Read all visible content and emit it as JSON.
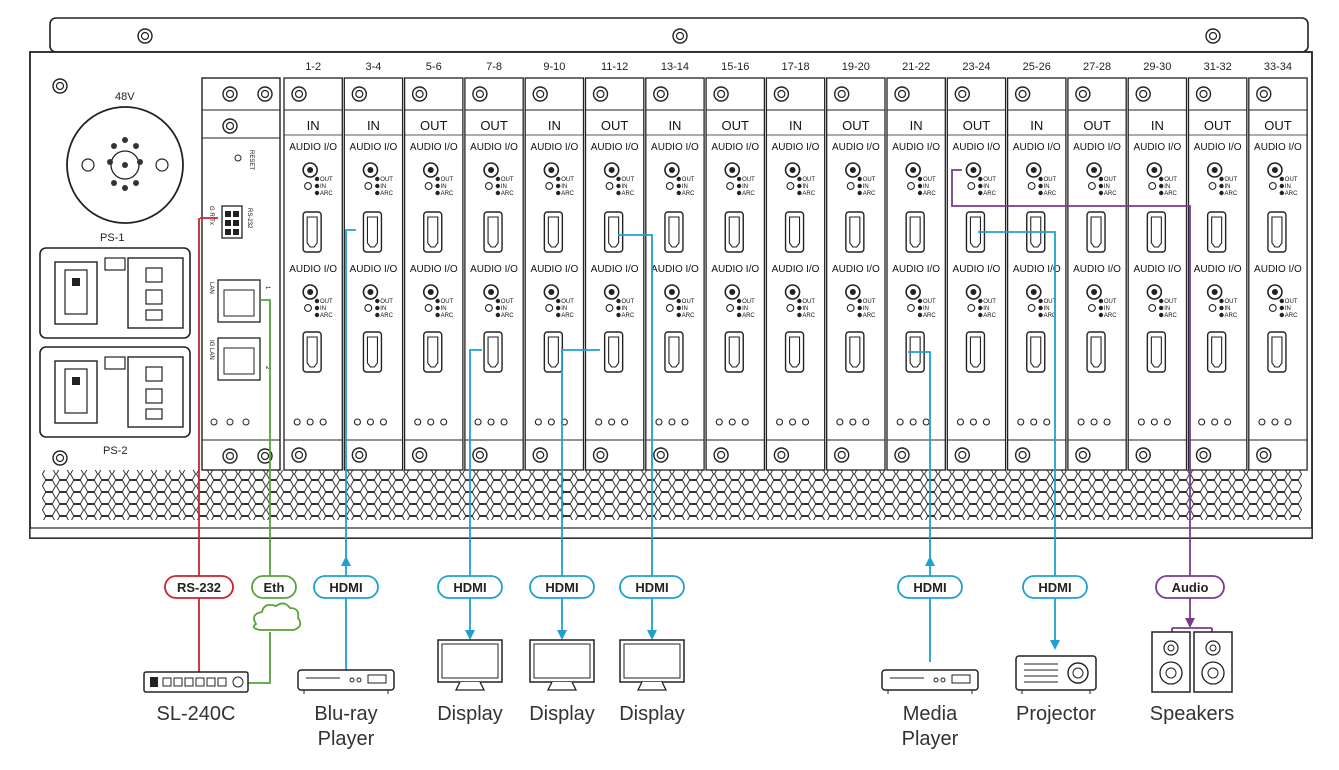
{
  "chassis": {
    "power_label": "48V",
    "ps1_label": "PS-1",
    "ps2_label": "PS-2",
    "control": {
      "reset": "RESET",
      "rs232": "RS-232",
      "grtx": "G R Tx",
      "lan": "LAN",
      "port1": "1",
      "port2": "2",
      "iglan": "IG LAN"
    },
    "slots": [
      {
        "ports": "1-2",
        "mode": "IN"
      },
      {
        "ports": "3-4",
        "mode": "IN"
      },
      {
        "ports": "5-6",
        "mode": "OUT"
      },
      {
        "ports": "7-8",
        "mode": "OUT"
      },
      {
        "ports": "9-10",
        "mode": "IN"
      },
      {
        "ports": "11-12",
        "mode": "OUT"
      },
      {
        "ports": "13-14",
        "mode": "IN"
      },
      {
        "ports": "15-16",
        "mode": "OUT"
      },
      {
        "ports": "17-18",
        "mode": "IN"
      },
      {
        "ports": "19-20",
        "mode": "OUT"
      },
      {
        "ports": "21-22",
        "mode": "IN"
      },
      {
        "ports": "23-24",
        "mode": "OUT"
      },
      {
        "ports": "25-26",
        "mode": "IN"
      },
      {
        "ports": "27-28",
        "mode": "OUT"
      },
      {
        "ports": "29-30",
        "mode": "IN"
      },
      {
        "ports": "31-32",
        "mode": "OUT"
      },
      {
        "ports": "33-34",
        "mode": "OUT"
      }
    ],
    "audio_io_label": "AUDIO I/O",
    "led_out": "OUT",
    "led_in": "IN",
    "led_arc": "ARC"
  },
  "connections": [
    {
      "label": "RS-232",
      "color": "#c8242b",
      "device": "SL-240C"
    },
    {
      "label": "Eth",
      "color": "#5aa13a"
    },
    {
      "label": "HDMI",
      "color": "#1ea0d0",
      "device": "Blu-ray Player"
    },
    {
      "label": "HDMI",
      "color": "#1ea0d0",
      "device": "Display"
    },
    {
      "label": "HDMI",
      "color": "#1ea0d0",
      "device": "Display"
    },
    {
      "label": "HDMI",
      "color": "#1ea0d0",
      "device": "Display"
    },
    {
      "label": "HDMI",
      "color": "#1ea0d0",
      "device": "Media Player"
    },
    {
      "label": "HDMI",
      "color": "#1ea0d0",
      "device": "Projector"
    },
    {
      "label": "Audio",
      "color": "#7a3b8f",
      "device": "Speakers"
    }
  ],
  "devices": {
    "sl240c": "SL-240C",
    "bluray_l1": "Blu-ray",
    "bluray_l2": "Player",
    "display1": "Display",
    "display2": "Display",
    "display3": "Display",
    "media_l1": "Media",
    "media_l2": "Player",
    "projector": "Projector",
    "speakers": "Speakers"
  },
  "pills": {
    "rs232": "RS-232",
    "eth": "Eth",
    "hdmi1": "HDMI",
    "hdmi2": "HDMI",
    "hdmi3": "HDMI",
    "hdmi4": "HDMI",
    "hdmi5": "HDMI",
    "hdmi6": "HDMI",
    "audio": "Audio"
  }
}
